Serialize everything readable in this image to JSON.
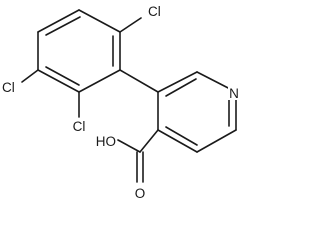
{
  "atom_labels": {
    "cl_top": "Cl",
    "cl_left": "Cl",
    "cl_bottom": "Cl",
    "nitrogen": "N",
    "hydroxyl": "HO",
    "oxygen": "O"
  }
}
